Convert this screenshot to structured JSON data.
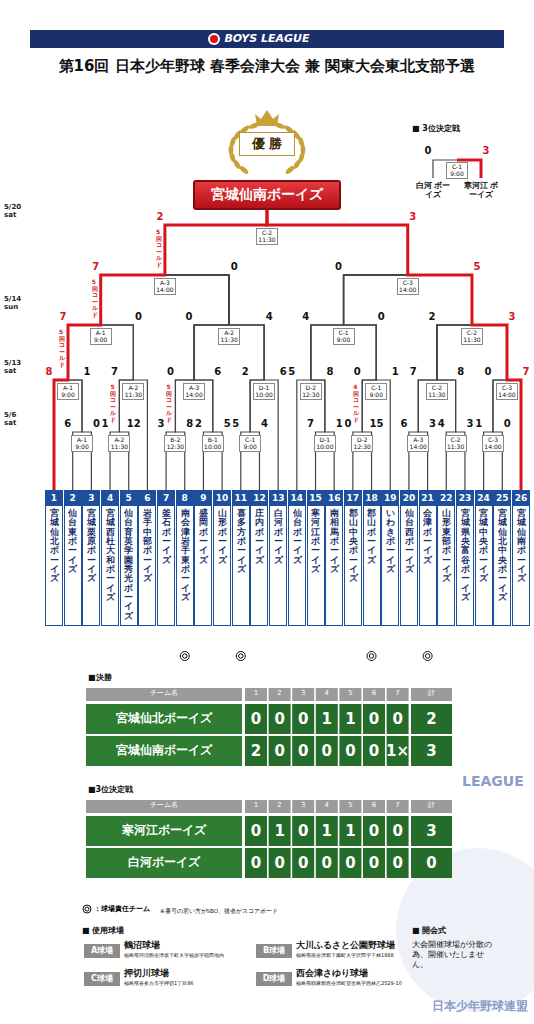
{
  "diagram": {
    "title": "第16回 日本少年野球 春季会津大会 兼 関東大会東北支部予選",
    "nodes": [
      {
        "text": [
          "優勝"
        ]
      },
      {
        "text": [
          "宮城仙南ボーイズ"
        ]
      },
      {
        "text": [
          "1",
          "宮城仙北ボーイズ"
        ]
      },
      {
        "text": [
          "2",
          "仙台東ボーイズ"
        ]
      },
      {
        "text": [
          "3",
          "宮城栗原ボーイズ"
        ]
      },
      {
        "text": [
          "4",
          "宮城西杜大和ボーイズ"
        ]
      },
      {
        "text": [
          "5",
          "仙台育英学園秀光ボーイズ"
        ]
      },
      {
        "text": [
          "6",
          "岩手中部ボーイズ"
        ]
      },
      {
        "text": [
          "7",
          "釜石ボーイズ"
        ]
      },
      {
        "text": [
          "8",
          "南会津・岩手東ボーイズ"
        ]
      },
      {
        "text": [
          "9",
          "盛岡ボーイズ"
        ]
      },
      {
        "text": [
          "10",
          "山形ボーイズ"
        ]
      },
      {
        "text": [
          "11",
          "喜多方ボーイズ"
        ]
      },
      {
        "text": [
          "12",
          "庄内ボーイズ"
        ]
      },
      {
        "text": [
          "13",
          "白河ボーイズ"
        ]
      },
      {
        "text": [
          "14",
          "仙台ボーイズ"
        ]
      },
      {
        "text": [
          "15",
          "寒河江ボーイズ"
        ]
      },
      {
        "text": [
          "16",
          "南相馬ボーイズ"
        ]
      },
      {
        "text": [
          "17",
          "郡山中央ボーイズ"
        ]
      },
      {
        "text": [
          "18",
          "郡山ボーイズ"
        ]
      },
      {
        "text": [
          "19",
          "いわきボーイズ"
        ]
      },
      {
        "text": [
          "20",
          "仙台西ボーイズ"
        ]
      },
      {
        "text": [
          "21",
          "会津ボーイズ"
        ]
      },
      {
        "text": [
          "22",
          "山形東部ボーイズ"
        ]
      },
      {
        "text": [
          "23",
          "宮城県央富谷ボーイズ"
        ]
      },
      {
        "text": [
          "24",
          "宮城中央ボーイズ"
        ]
      },
      {
        "text": [
          "25",
          "宮城仙北中央ボーイズ"
        ]
      },
      {
        "text": [
          "26",
          "宮城仙南ボーイズ"
        ]
      },
      {
        "text": [
          "A球場"
        ]
      },
      {
        "text": [
          "B球場"
        ]
      },
      {
        "text": [
          "C球場"
        ]
      },
      {
        "text": [
          "D球場"
        ]
      }
    ],
    "edges": [
      {
        "from": 2,
        "to": 1,
        "arrow": "none"
      },
      {
        "from": 3,
        "to": 1,
        "arrow": "none"
      },
      {
        "from": 4,
        "to": 1,
        "arrow": "none"
      },
      {
        "from": 5,
        "to": 1,
        "arrow": "none"
      },
      {
        "from": 6,
        "to": 1,
        "arrow": "none"
      },
      {
        "from": 7,
        "to": 1,
        "arrow": "none"
      },
      {
        "from": 8,
        "to": 1,
        "arrow": "none"
      },
      {
        "from": 9,
        "to": 1,
        "arrow": "none"
      },
      {
        "from": 10,
        "to": 1,
        "arrow": "none"
      },
      {
        "from": 11,
        "to": 1,
        "arrow": "none"
      },
      {
        "from": 12,
        "to": 1,
        "arrow": "none"
      },
      {
        "from": 13,
        "to": 1,
        "arrow": "none"
      },
      {
        "from": 14,
        "to": 1,
        "arrow": "none"
      },
      {
        "from": 15,
        "to": 1,
        "arrow": "none"
      },
      {
        "from": 16,
        "to": 1,
        "arrow": "none"
      },
      {
        "from": 17,
        "to": 1,
        "arrow": "none"
      },
      {
        "from": 18,
        "to": 1,
        "arrow": "none"
      },
      {
        "from": 19,
        "to": 1,
        "arrow": "none"
      },
      {
        "from": 20,
        "to": 1,
        "arrow": "none"
      },
      {
        "from": 21,
        "to": 1,
        "arrow": "none"
      },
      {
        "from": 22,
        "to": 1,
        "arrow": "none"
      },
      {
        "from": 23,
        "to": 1,
        "arrow": "none"
      },
      {
        "from": 24,
        "to": 1,
        "arrow": "none"
      },
      {
        "from": 25,
        "to": 1,
        "arrow": "none"
      },
      {
        "from": 26,
        "to": 1,
        "arrow": "none"
      },
      {
        "from": 27,
        "to": 1,
        "arrow": "none"
      }
    ],
    "labels": [
      "BOYS LEAGUE",
      "■ 3位決定戦",
      "0",
      "3",
      "C-1 9:00",
      "白河 ボーイズ",
      "寒河江 ボーイズ",
      "5/20 sat",
      "5/14 sun",
      "5/13 sat",
      "5/6 sat",
      "C-2 11:30",
      "2",
      "3",
      "5回コールド",
      "A-3 14:00",
      "7",
      "0",
      "5回コールド",
      "C-3 14:00",
      "0",
      "5",
      "A-1 9:00",
      "7",
      "0",
      "5回コールド",
      "A-2 11:30",
      "0",
      "4",
      "C-1 9:00",
      "4",
      "0",
      "C-2 11:30",
      "2",
      "3",
      "A-1 9:00",
      "8",
      "1",
      "A-2 11:30",
      "7",
      "5回コールド",
      "A-3 14:00",
      "0",
      "6",
      "5回コールド",
      "D-1 10:00",
      "2",
      "6",
      "D-2 12:30",
      "5",
      "8",
      "C-1 9:00",
      "0",
      "1",
      "4回コールド",
      "C-2 11:30",
      "7",
      "8",
      "C-3 14:00",
      "0",
      "7",
      "A-1 9:00",
      "6",
      "0",
      "A-2 11:30",
      "1",
      "12",
      "B-2 12:30",
      "3",
      "8",
      "B-1 10:00",
      "2",
      "5",
      "C-1 9:00",
      "5",
      "4",
      "D-1 10:00",
      "7",
      "1",
      "D-2 12:30",
      "0",
      "15",
      "A-3 14:00",
      "6",
      "3",
      "C-2 11:30",
      "4",
      "3",
      "C-3 14:00",
      "1",
      "0",
      "■決勝",
      "チーム名",
      "1",
      "2",
      "3",
      "4",
      "5",
      "6",
      "7",
      "計",
      "宮城仙北ボーイズ",
      "0",
      "0",
      "0",
      "1",
      "1",
      "0",
      "0",
      "2",
      "宮城仙南ボーイズ",
      "2",
      "0",
      "0",
      "0",
      "0",
      "0",
      "1×",
      "3",
      "■3位決定戦",
      "チーム名",
      "1",
      "2",
      "3",
      "4",
      "5",
      "6",
      "7",
      "計",
      "寒河江ボーイズ",
      "0",
      "1",
      "0",
      "1",
      "1",
      "0",
      "0",
      "3",
      "白河ボーイズ",
      "0",
      "0",
      "0",
      "0",
      "0",
      "0",
      "0",
      "0",
      "※番号の若い方がSBO、後者がスコアボード",
      "■ 使用球場",
      "鶴沼球場",
      "福島県河沼郡会津坂下町大字福原字稲田地内",
      "大川ふるさと公園野球場",
      "福島県南会津郡下郷町大字沢田字下林1888",
      "押切川球場",
      "福島県喜多方市字押切1丁目86",
      "西会津さゆり球場",
      "福島県耶麻郡西会津町登世島字西林乙2529-10",
      "■ 開会式",
      "大会開催球場が分散の為、開催いたしません。",
      "LEAGUE",
      "日本少年野球連盟"
    ],
    "legend": [
      {
        "text": "：球場責任チーム"
      }
    ]
  }
}
